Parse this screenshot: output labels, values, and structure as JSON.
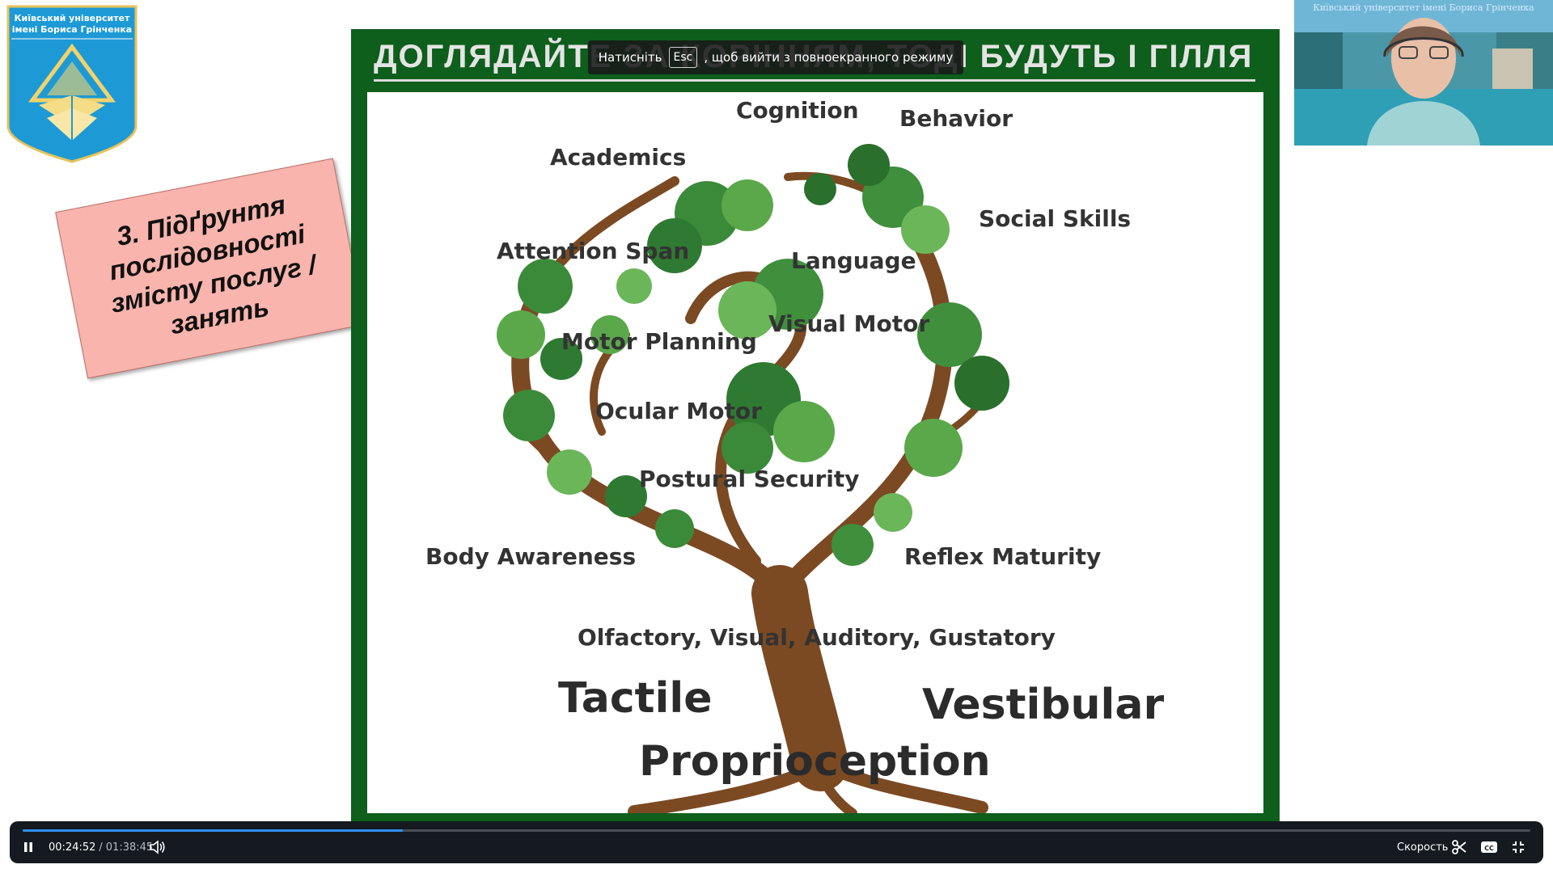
{
  "logo": {
    "line1": "Київський університет",
    "line2": "імені Бориса Грінченка"
  },
  "note": {
    "text": "3. Підґрунтя послідовності змісту послуг / занять"
  },
  "slide": {
    "title": "ДОГЛЯДАЙТЕ ЗА КОРІННЯМ, ТОДІ БУДУТЬ І ГІЛЛЯ, І ЛИСТЯ",
    "labels": {
      "cognition": "Cognition",
      "behavior": "Behavior",
      "academics": "Academics",
      "social_skills": "Social Skills",
      "attention_span": "Attention Span",
      "language": "Language",
      "visual_motor": "Visual Motor",
      "motor_planning": "Motor Planning",
      "ocular_motor": "Ocular Motor",
      "postural_security": "Postural Security",
      "body_awareness": "Body Awareness",
      "reflex_maturity": "Reflex Maturity",
      "senses": "Olfactory, Visual, Auditory, Gustatory",
      "tactile": "Tactile",
      "vestibular": "Vestibular",
      "proprioception": "Proprioception"
    }
  },
  "toast": {
    "before": "Натисніть",
    "key": "Esc",
    "after": ", щоб вийти з повноекранного режиму"
  },
  "webcam": {
    "caption": "Київський університет імені Бориса Грінченка"
  },
  "player": {
    "current_time": "00:24:52",
    "separator": "/",
    "total_time": "01:38:45",
    "progress_fraction": 0.252,
    "speed_label": "Скорость",
    "accent_color": "#2f8ff0"
  }
}
